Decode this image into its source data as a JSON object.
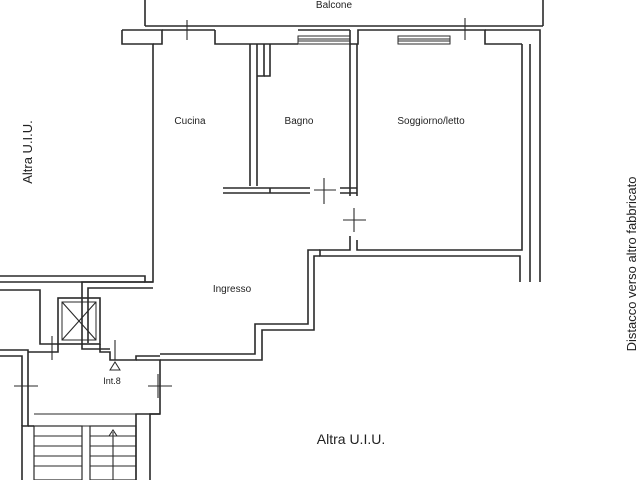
{
  "plan": {
    "labels": {
      "balcony": "Balcone",
      "kitchen": "Cucina",
      "bathroom": "Bagno",
      "living": "Soggiorno/letto",
      "entrance": "Ingresso",
      "landing": "Int.8",
      "other_unit_left": "Altra U.I.U.",
      "other_unit_bottom": "Altra U.I.U.",
      "distance_note": "Distacco verso altro fabbricato"
    },
    "colors": {
      "line": "#2a2a2a",
      "background": "#ffffff"
    }
  }
}
